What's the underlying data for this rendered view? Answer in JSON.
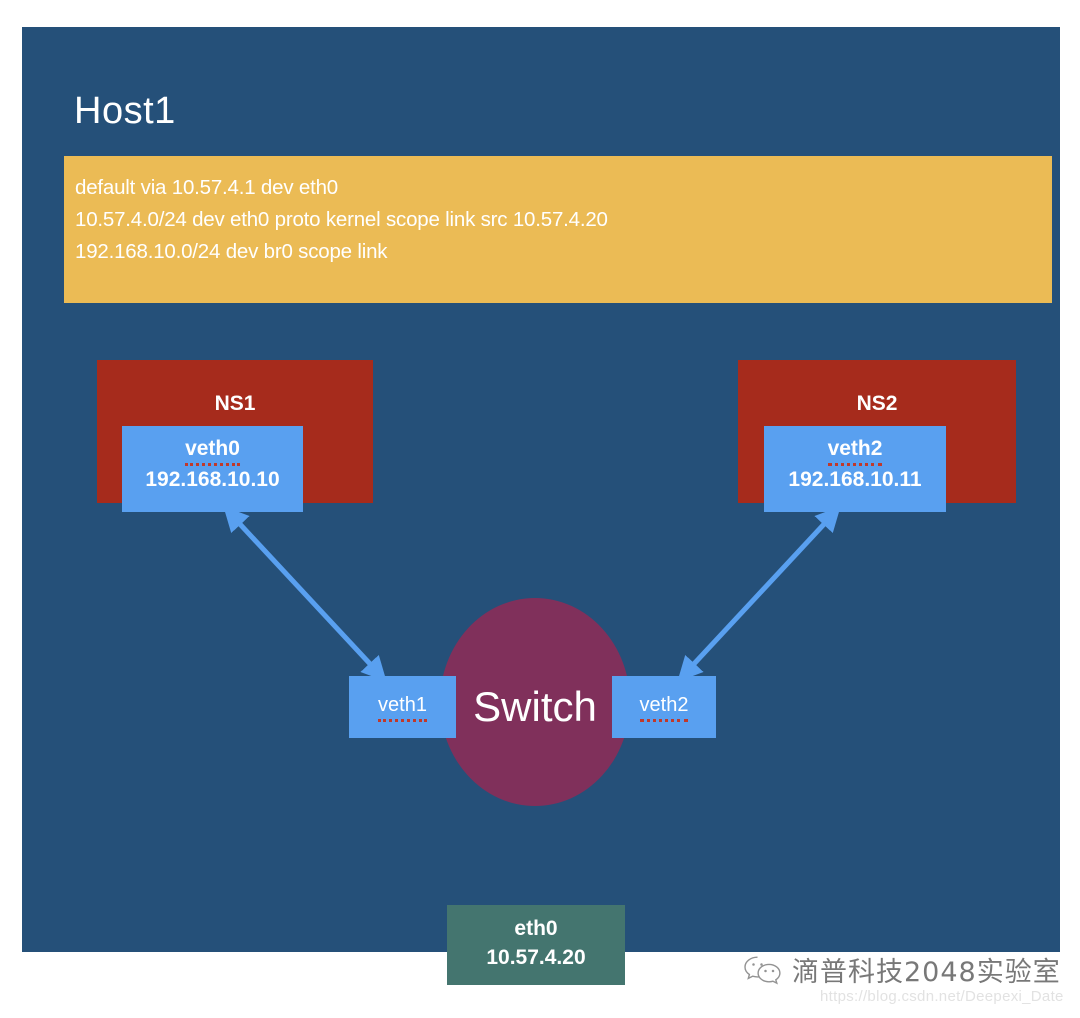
{
  "host": {
    "title": "Host1",
    "routes": [
      "default via 10.57.4.1 dev eth0",
      "10.57.4.0/24 dev eth0 proto kernel scope link src 10.57.4.20",
      "192.168.10.0/24 dev br0 scope link"
    ]
  },
  "namespaces": [
    {
      "name": "NS1",
      "interface": {
        "name": "veth0",
        "ip": "192.168.10.10"
      }
    },
    {
      "name": "NS2",
      "interface": {
        "name": "veth2",
        "ip": "192.168.10.11"
      }
    }
  ],
  "switch": {
    "label": "Switch",
    "ports": [
      {
        "name": "veth1"
      },
      {
        "name": "veth2"
      }
    ]
  },
  "host_nic": {
    "name": "eth0",
    "ip": "10.57.4.20"
  },
  "watermark": {
    "icon": "wechat-icon",
    "text": "滴普科技2048实验室",
    "url": "https://blog.csdn.net/Deepexi_Date"
  },
  "colors": {
    "panel_background": "#255079",
    "route_box": "#ebbb55",
    "namespace_box": "#a62b1c",
    "veth_box": "#59a0f0",
    "switch_circle": "#80305b",
    "eth0_box": "#44756f",
    "arrow": "#59a0f0",
    "underline": "#c0392b",
    "text": "#ffffff"
  }
}
